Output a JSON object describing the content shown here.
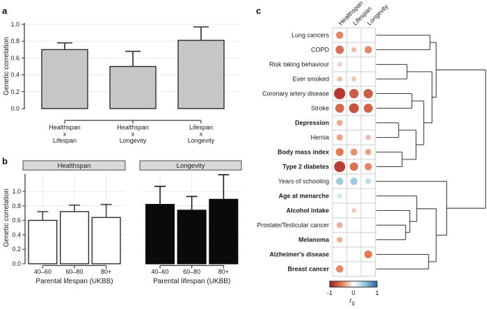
{
  "figure": {
    "background": "#ffffff",
    "text_color": "#1a1a1a",
    "grid_color": "#e9e9e9",
    "axis_color": "#2f2f2f",
    "dendrogram_color": "#3a3a3a"
  },
  "chart_data": [
    {
      "id": "a",
      "panel_letter": "a",
      "type": "bar",
      "ylabel": "Genetic correlation",
      "yticks": [
        0.0,
        0.2,
        0.4,
        0.6,
        0.8,
        1.0
      ],
      "ylim": [
        0,
        1.05
      ],
      "categories": [
        [
          "Healthspan",
          "x",
          "Lifespan"
        ],
        [
          "Healthspan",
          "x",
          "Longevity"
        ],
        [
          "Lifespan",
          "x",
          "Longevity"
        ]
      ],
      "values": [
        0.7,
        0.5,
        0.81
      ],
      "errors_upper": [
        0.78,
        0.68,
        0.97
      ],
      "bar_fill": "#c6c6c6",
      "bar_stroke": "#2b2b2b",
      "error_color": "#3f3f3f"
    },
    {
      "id": "b",
      "panel_letter": "b",
      "type": "bar-facets",
      "ylabel": "Genetic correlation",
      "xlabel": "Parental lifespan (UKBB)",
      "yticks": [
        0.0,
        0.2,
        0.4,
        0.6,
        0.8,
        1.0
      ],
      "ylim": [
        0,
        1.26
      ],
      "categories": [
        "40–60",
        "60–80",
        "80+"
      ],
      "facets": [
        {
          "title": "Healthspan",
          "bar_fill": "#ffffff",
          "bar_stroke": "#2b2b2b",
          "error_color": "#3f3f3f",
          "values": [
            0.6,
            0.72,
            0.64
          ],
          "errors_upper": [
            0.72,
            0.81,
            0.82
          ]
        },
        {
          "title": "Longevity",
          "bar_fill": "#0a0a0a",
          "bar_stroke": "#0a0a0a",
          "error_color": "#1a1a1a",
          "values": [
            0.82,
            0.74,
            0.89
          ],
          "errors_upper": [
            1.07,
            0.93,
            1.23
          ]
        }
      ],
      "facet_header_fill": "#d9d9d9",
      "facet_header_stroke": "#4a4a4a"
    },
    {
      "id": "c",
      "panel_letter": "c",
      "type": "dot-matrix",
      "columns": [
        "Healthspan",
        "Lifespan",
        "Longevity"
      ],
      "rows": [
        {
          "label": "Lung cancers",
          "bold": false,
          "values": [
            -0.45,
            null,
            null
          ]
        },
        {
          "label": "COPD",
          "bold": false,
          "values": [
            -0.55,
            -0.25,
            -0.45
          ]
        },
        {
          "label": "Risk taking behaviour",
          "bold": false,
          "values": [
            -0.18,
            null,
            null
          ]
        },
        {
          "label": "Ever smoked",
          "bold": false,
          "values": [
            -0.25,
            -0.22,
            null
          ]
        },
        {
          "label": "Coronary artery disease",
          "bold": false,
          "values": [
            -0.85,
            -0.65,
            -0.65
          ]
        },
        {
          "label": "Stroke",
          "bold": false,
          "values": [
            -0.6,
            -0.7,
            -0.62
          ]
        },
        {
          "label": "Depression",
          "bold": true,
          "values": [
            -0.32,
            null,
            null
          ]
        },
        {
          "label": "Hernia",
          "bold": false,
          "values": [
            -0.35,
            null,
            -0.25
          ]
        },
        {
          "label": "Body mass index",
          "bold": true,
          "values": [
            -0.5,
            -0.42,
            -0.35
          ]
        },
        {
          "label": "Type 2 diabetes",
          "bold": true,
          "values": [
            -0.82,
            -0.55,
            -0.45
          ]
        },
        {
          "label": "Years of schooling",
          "bold": false,
          "values": [
            0.45,
            0.45,
            0.3
          ]
        },
        {
          "label": "Age at menarche",
          "bold": true,
          "values": [
            0.22,
            null,
            null
          ]
        },
        {
          "label": "Alcohol intake",
          "bold": true,
          "values": [
            null,
            -0.2,
            null
          ]
        },
        {
          "label": "Prostate/Testicular cancer",
          "bold": false,
          "values": [
            -0.3,
            null,
            null
          ]
        },
        {
          "label": "Melanoma",
          "bold": true,
          "values": [
            -0.3,
            null,
            null
          ]
        },
        {
          "label": "Alzheimer's disease",
          "bold": true,
          "values": [
            null,
            null,
            -0.5
          ]
        },
        {
          "label": "Breast cancer",
          "bold": true,
          "values": [
            -0.45,
            null,
            null
          ]
        }
      ],
      "colorbar": {
        "ticks": [
          "-1",
          "0",
          "1"
        ],
        "label_main": "r",
        "label_sub": "g",
        "stops": [
          {
            "v": -1.0,
            "color": "#9f1b23"
          },
          {
            "v": -0.5,
            "color": "#e17a54"
          },
          {
            "v": 0.0,
            "color": "#ffffff"
          },
          {
            "v": 0.5,
            "color": "#92c5de"
          },
          {
            "v": 1.0,
            "color": "#2166ac"
          }
        ]
      },
      "dendrogram_segments": [
        [
          541,
          50.5,
          618,
          50.5
        ],
        [
          541,
          71.5,
          618,
          71.5
        ],
        [
          618,
          50.5,
          618,
          71.5
        ],
        [
          541,
          92.5,
          585,
          92.5
        ],
        [
          541,
          113.5,
          585,
          113.5
        ],
        [
          585,
          92.5,
          585,
          113.5
        ],
        [
          541,
          134.5,
          592,
          134.5
        ],
        [
          541,
          155.5,
          592,
          155.5
        ],
        [
          592,
          134.5,
          592,
          155.5
        ],
        [
          541,
          176.5,
          573,
          176.5
        ],
        [
          541,
          197.5,
          573,
          197.5
        ],
        [
          573,
          176.5,
          573,
          197.5
        ],
        [
          541,
          218.5,
          578,
          218.5
        ],
        [
          541,
          239.5,
          578,
          239.5
        ],
        [
          578,
          218.5,
          578,
          239.5
        ],
        [
          573,
          187,
          598,
          187
        ],
        [
          578,
          229,
          598,
          229
        ],
        [
          598,
          187,
          598,
          229
        ],
        [
          592,
          145,
          609,
          145
        ],
        [
          598,
          208,
          609,
          208
        ],
        [
          609,
          145,
          609,
          208
        ],
        [
          585,
          103,
          621,
          103
        ],
        [
          609,
          176.5,
          621,
          176.5
        ],
        [
          621,
          103,
          621,
          176.5
        ],
        [
          618,
          61,
          627,
          61
        ],
        [
          621,
          139.75,
          627,
          139.75
        ],
        [
          627,
          61,
          627,
          139.75
        ],
        [
          627,
          100.4,
          698,
          100.4
        ],
        [
          541,
          260.5,
          642,
          260.5
        ],
        [
          541,
          281.5,
          599,
          281.5
        ],
        [
          541,
          302.5,
          589,
          302.5
        ],
        [
          541,
          323.5,
          583,
          323.5
        ],
        [
          541,
          344.5,
          583,
          344.5
        ],
        [
          583,
          323.5,
          583,
          344.5
        ],
        [
          583,
          334,
          589,
          334
        ],
        [
          589,
          302.5,
          589,
          334
        ],
        [
          589,
          318.25,
          599,
          318.25
        ],
        [
          599,
          281.5,
          599,
          318.25
        ],
        [
          541,
          365.5,
          616,
          365.5
        ],
        [
          541,
          386.5,
          616,
          386.5
        ],
        [
          616,
          365.5,
          616,
          386.5
        ],
        [
          599,
          299.9,
          627,
          299.9
        ],
        [
          616,
          376,
          627,
          376
        ],
        [
          627,
          299.9,
          627,
          376
        ],
        [
          627,
          337.95,
          642,
          337.95
        ],
        [
          642,
          260.5,
          642,
          337.95
        ],
        [
          642,
          299.2,
          698,
          299.2
        ],
        [
          698,
          100.4,
          698,
          299.2
        ]
      ]
    }
  ]
}
